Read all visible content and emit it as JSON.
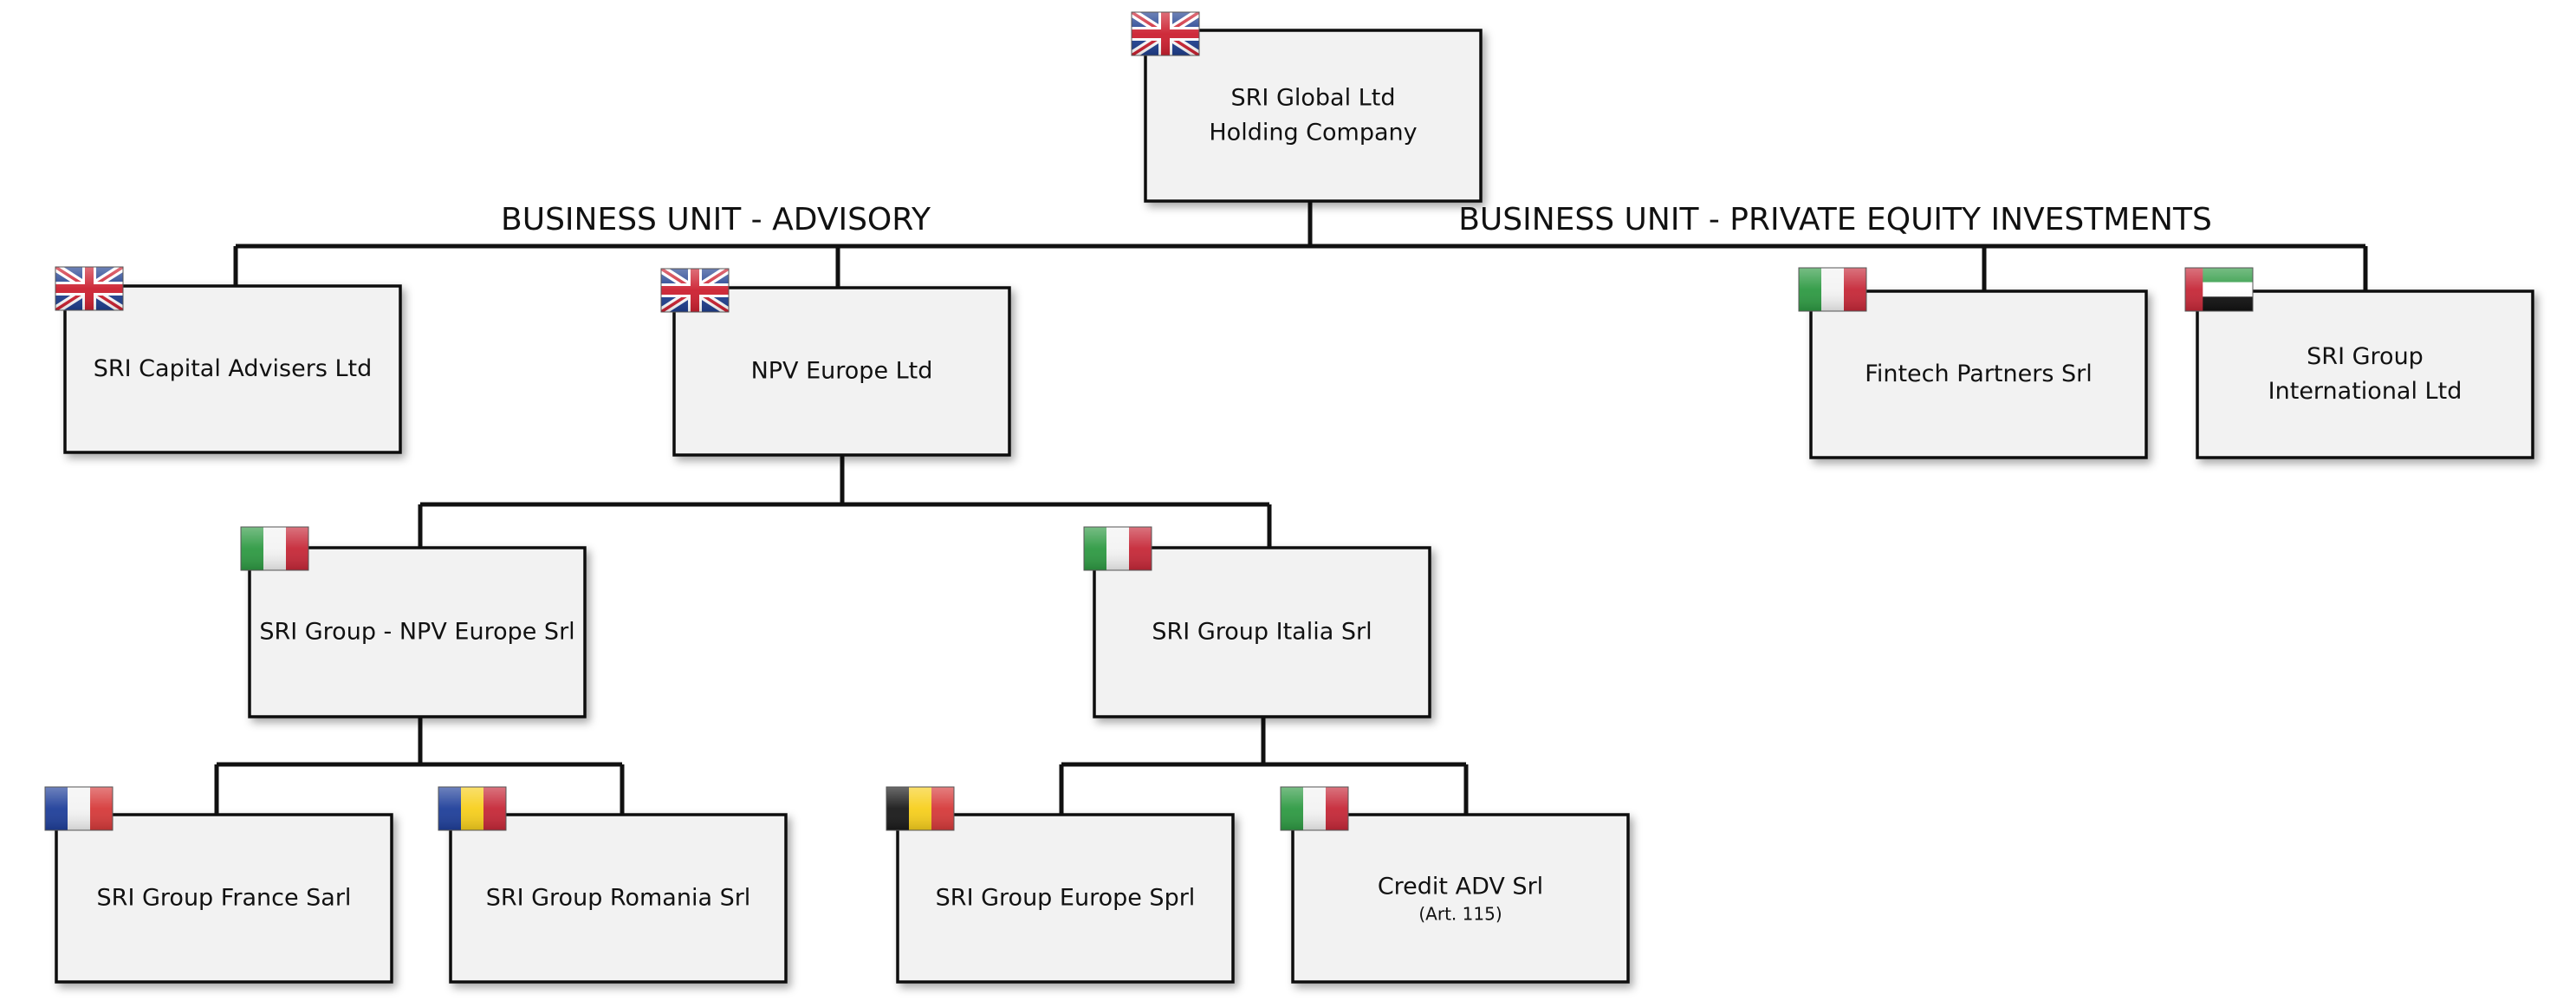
{
  "business_units": {
    "advisory": "BUSINESS UNIT - ADVISORY",
    "private_equity": "BUSINESS UNIT - PRIVATE EQUITY INVESTMENTS"
  },
  "entities": {
    "holding": {
      "lines": [
        "SRI Global Ltd",
        "Holding Company"
      ],
      "flag": "uk"
    },
    "capital": {
      "lines": [
        "SRI Capital Advisers Ltd"
      ],
      "flag": "uk"
    },
    "npv": {
      "lines": [
        "NPV Europe Ltd"
      ],
      "flag": "uk"
    },
    "fintech": {
      "lines": [
        "Fintech Partners Srl"
      ],
      "flag": "italy"
    },
    "intl": {
      "lines": [
        "SRI Group",
        "International Ltd"
      ],
      "flag": "uae"
    },
    "npv_srl": {
      "lines": [
        "SRI Group - NPV Europe Srl"
      ],
      "flag": "italy"
    },
    "italia": {
      "lines": [
        "SRI Group Italia Srl"
      ],
      "flag": "italy"
    },
    "france": {
      "lines": [
        "SRI Group France Sarl"
      ],
      "flag": "france"
    },
    "romania": {
      "lines": [
        "SRI Group Romania Srl"
      ],
      "flag": "romania"
    },
    "europe": {
      "lines": [
        "SRI Group Europe Sprl"
      ],
      "flag": "belgium"
    },
    "credit": {
      "lines": [
        "Credit ADV Srl"
      ],
      "sub": "(Art. 115)",
      "flag": "italy"
    }
  }
}
